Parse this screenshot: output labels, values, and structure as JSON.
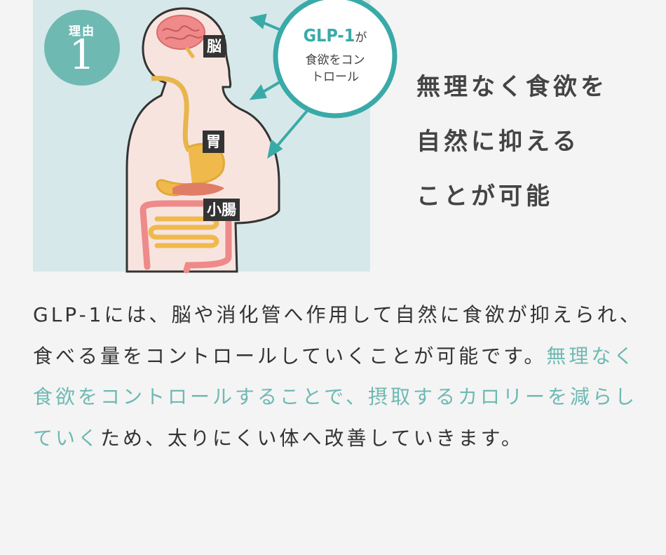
{
  "badge": {
    "label": "理由",
    "number": "1"
  },
  "organs": {
    "brain": "脳",
    "stomach": "胃",
    "intestine": "小腸"
  },
  "bubble": {
    "title_glp": "GLP-1",
    "title_suffix": "が",
    "line1": "食欲をコン",
    "line2": "トロール"
  },
  "headline": {
    "line1": "無理なく食欲を",
    "line2": "自然に抑える",
    "line3": "ことが可能"
  },
  "body": {
    "part1": "GLP-1には、脳や消化管へ作用して自然に食欲が抑えられ、食べる量をコントロールしていくことが可能です。",
    "highlight": "無理なく食欲をコントロールすることで、摂取するカロリーを減らしていく",
    "part2": "ため、太りにくい体へ改善していきます。"
  },
  "colors": {
    "teal": "#6fb9b3",
    "panel": "#d7e8ea",
    "skin": "#f8e4df"
  }
}
